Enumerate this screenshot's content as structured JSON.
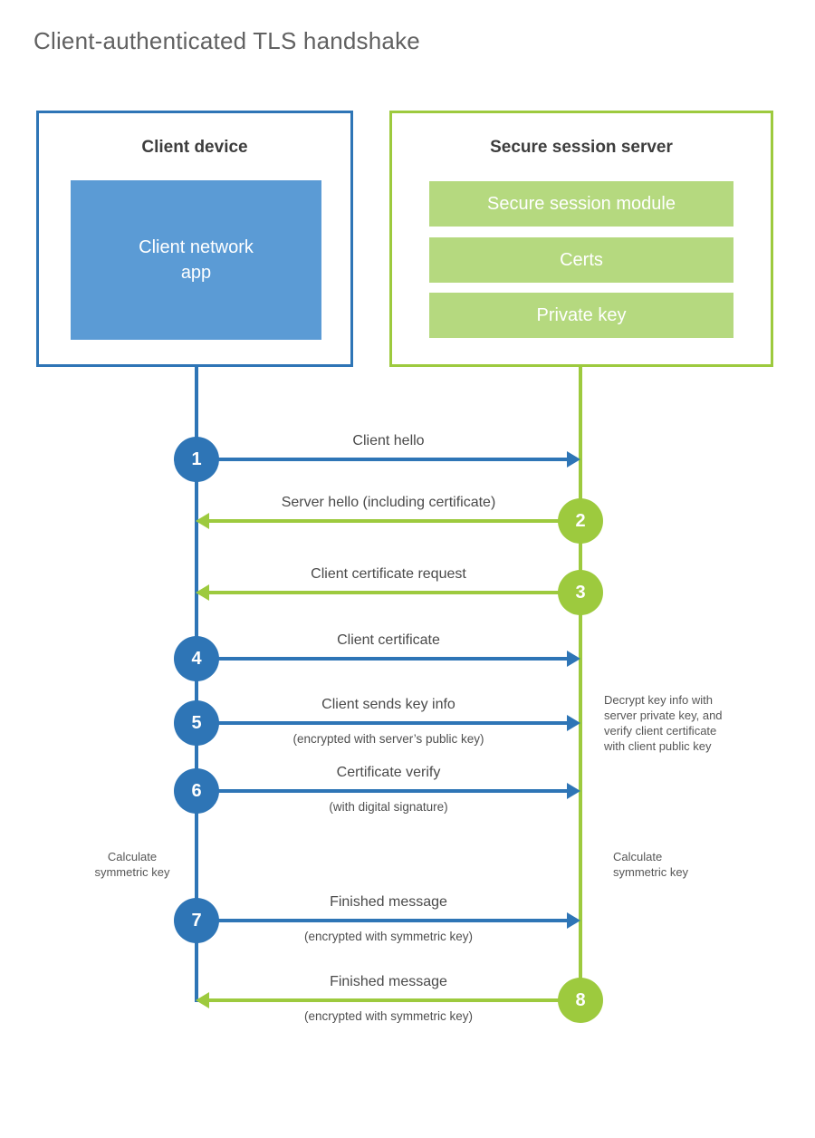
{
  "title": "Client-authenticated TLS handshake",
  "colors": {
    "blue": "#2e75b6",
    "blue_fill": "#5b9bd5",
    "green": "#9dca3e",
    "green_fill": "#b5d97f"
  },
  "client": {
    "title": "Client device",
    "app_label": "Client network\napp"
  },
  "server": {
    "title": "Secure session server",
    "modules": [
      "Secure session module",
      "Certs",
      "Private key"
    ]
  },
  "steps": [
    {
      "num": "1",
      "actor": "client",
      "label": "Client hello",
      "sublabel": ""
    },
    {
      "num": "2",
      "actor": "server",
      "label": "Server hello (including certificate)",
      "sublabel": ""
    },
    {
      "num": "3",
      "actor": "server",
      "label": "Client certificate request",
      "sublabel": ""
    },
    {
      "num": "4",
      "actor": "client",
      "label": "Client certificate",
      "sublabel": ""
    },
    {
      "num": "5",
      "actor": "client",
      "label": "Client sends key info",
      "sublabel": "(encrypted with server’s public key)"
    },
    {
      "num": "6",
      "actor": "client",
      "label": "Certificate verify",
      "sublabel": "(with digital signature)"
    },
    {
      "num": "7",
      "actor": "client",
      "label": "Finished message",
      "sublabel": "(encrypted with symmetric key)"
    },
    {
      "num": "8",
      "actor": "server",
      "label": "Finished message",
      "sublabel": "(encrypted with symmetric key)"
    }
  ],
  "annotations": {
    "decrypt_note": "Decrypt key info with\nserver private key, and\nverify client certificate\nwith client public key",
    "calc_left": "Calculate\nsymmetric key",
    "calc_right": "Calculate\nsymmetric key"
  }
}
